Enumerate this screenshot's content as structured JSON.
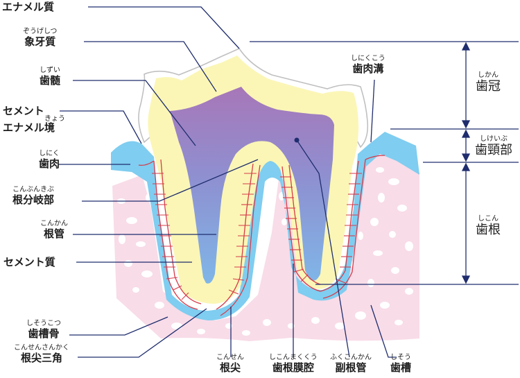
{
  "labels": {
    "enamel": "エナメル質",
    "dentin_ruby": "ぞうげしつ",
    "dentin": "象牙質",
    "pulp_ruby": "しずい",
    "pulp": "歯髄",
    "cej_line1": "セメント",
    "cej_ruby": "きょう",
    "cej_line2": "エナメル境",
    "gingiva_ruby": "しにく",
    "gingiva": "歯肉",
    "furcation_ruby": "こんぶんきぶ",
    "furcation": "根分岐部",
    "root_canal_ruby": "こんかん",
    "root_canal": "根管",
    "cementum": "セメント質",
    "alveolar_bone_ruby": "しそうこつ",
    "alveolar_bone": "歯槽骨",
    "apical_delta_ruby": "こんせんさんかく",
    "apical_delta": "根尖三角",
    "apex_ruby": "こんせん",
    "apex": "根尖",
    "pdl_space_ruby": "しこんまくくう",
    "pdl_space": "歯根膜腔",
    "accessory_canal_ruby": "ふくこんかん",
    "accessory_canal": "副根管",
    "alveolus_ruby": "しそう",
    "alveolus": "歯槽",
    "sulcus_ruby": "しにくこう",
    "sulcus": "歯肉溝",
    "crown_ruby": "しかん",
    "crown": "歯冠",
    "neck_ruby": "しけいぶ",
    "neck": "歯頸部",
    "root_ruby": "しこん",
    "root": "歯根"
  },
  "colors": {
    "enamel_shell": "#ffffff",
    "enamel_outline": "#c8c8c8",
    "dentin": "#fbf6b6",
    "pulp_top": "#a777b8",
    "pulp_bottom": "#7fb6e8",
    "gingiva": "#7fcdf0",
    "bone": "#f8dce8",
    "bone_holes": "#ffffff",
    "pdl": "#d63b4a",
    "line": "#1f2d6e"
  }
}
